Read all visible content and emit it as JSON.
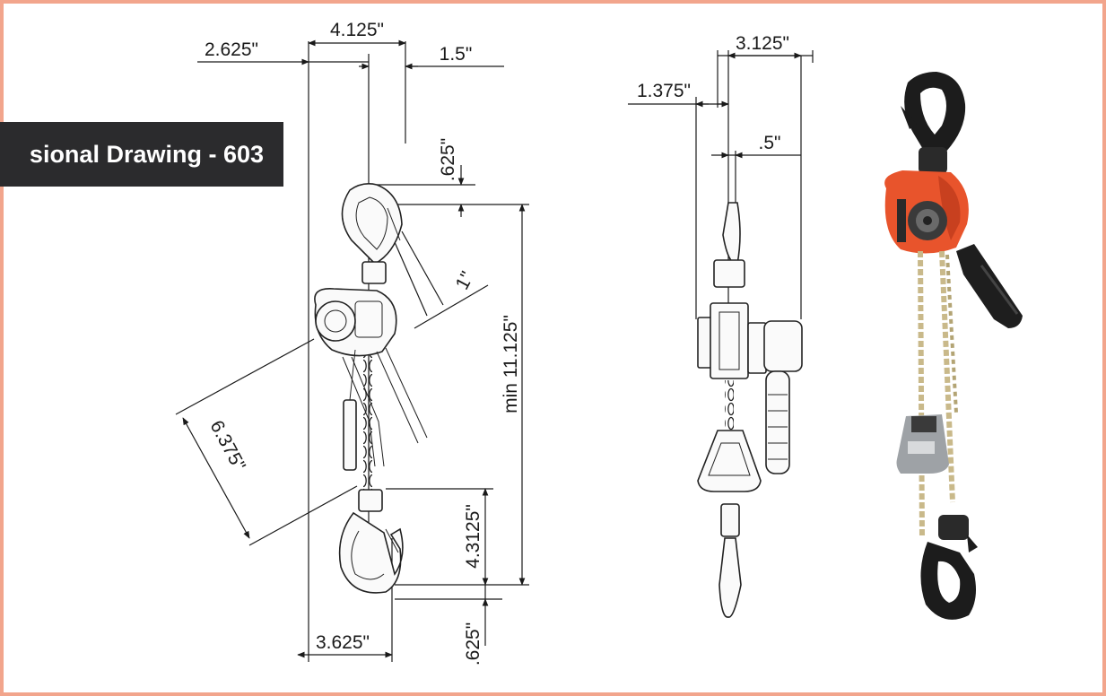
{
  "title": "sional Drawing - 603",
  "colors": {
    "border": "#f2a58c",
    "banner": "#2b2b2d",
    "hoist_body": "#e8542c",
    "hook": "#1c1c1c",
    "chain": "#c9b98a"
  },
  "front_view": {
    "width_top": "4.125\"",
    "left_offset": "2.625\"",
    "right_offset": "1.5\"",
    "hook_top_gap": ".625\"",
    "hook_opening": "1\"",
    "min_length": "min 11.125\"",
    "handle_length": "6.375\"",
    "bottom_hook_height": "4.3125\"",
    "bottom_hook_width": "3.625\"",
    "bottom_gap": ".625\""
  },
  "side_view": {
    "width": "3.125\"",
    "left_offset": "1.375\"",
    "hook_thickness": ".5\""
  }
}
